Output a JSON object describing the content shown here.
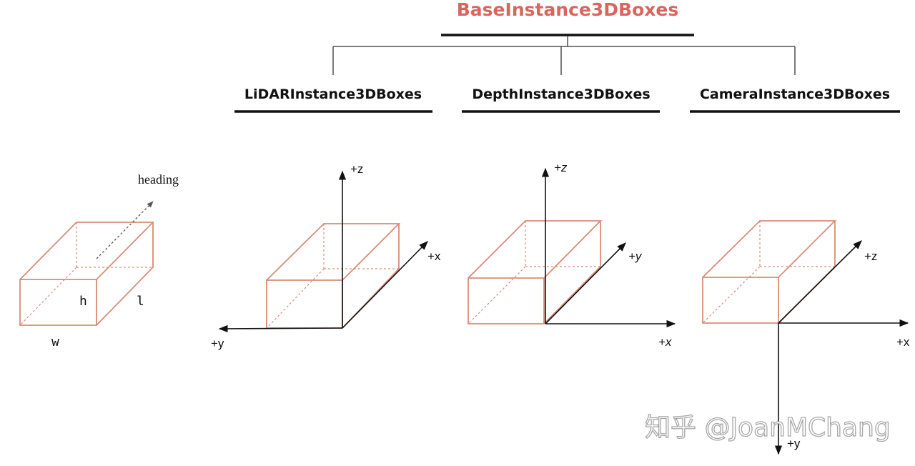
{
  "root": {
    "label": "BaseInstance3DBoxes",
    "color": "#d9655d"
  },
  "classes": [
    {
      "label": "LiDARInstance3DBoxes"
    },
    {
      "label": "DepthInstance3DBoxes"
    },
    {
      "label": "CameraInstance3DBoxes"
    }
  ],
  "generic_box": {
    "heading": "heading",
    "h": "h",
    "l": "l",
    "w": "w"
  },
  "lidar_axes": {
    "z": "+z",
    "x": "+x",
    "y": "+y"
  },
  "depth_axes": {
    "z": "+z",
    "y": "+y",
    "x": "+x"
  },
  "camera_axes": {
    "z": "+z",
    "x": "+x",
    "y": "+y"
  },
  "watermark": "知乎 @JoanMChang",
  "colors": {
    "box_stroke": "#d98c76",
    "axis": "#111111",
    "title": "#d9655d"
  }
}
